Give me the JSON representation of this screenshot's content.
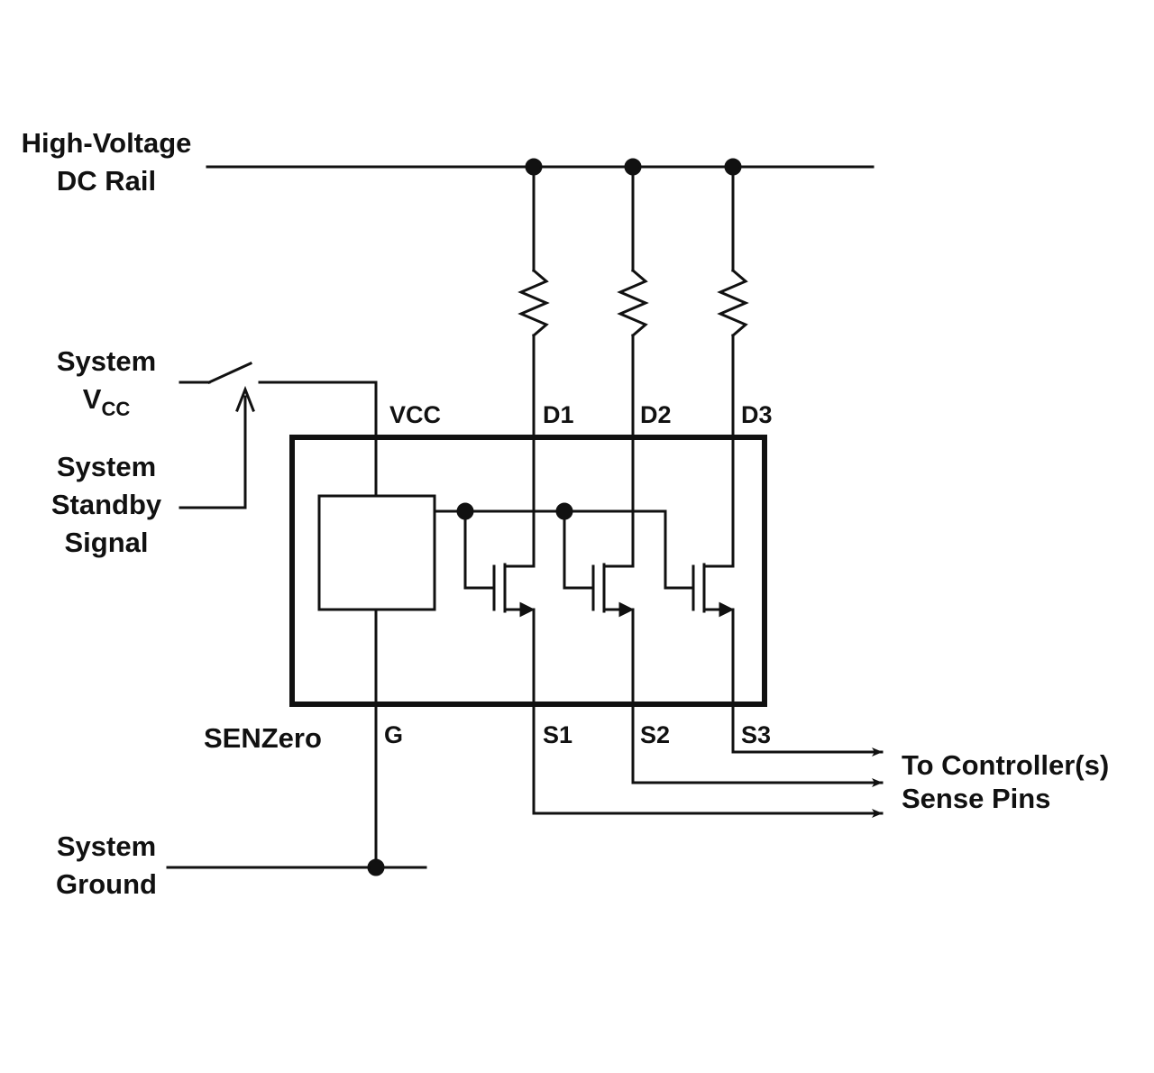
{
  "labels": {
    "hv_rail_line1": "High-Voltage",
    "hv_rail_line2": "DC Rail",
    "system_vcc_line1": "System",
    "system_vcc_v": "V",
    "system_vcc_sub": "CC",
    "standby_line1": "System",
    "standby_line2": "Standby",
    "standby_line3": "Signal",
    "ground_line1": "System",
    "ground_line2": "Ground",
    "chip_name": "SENZero",
    "controller_line1": "To Controller(s)",
    "controller_line2": "Sense Pins"
  },
  "pins": {
    "vcc": "VCC",
    "g": "G",
    "d1": "D1",
    "d2": "D2",
    "d3": "D3",
    "s1": "S1",
    "s2": "S2",
    "s3": "S3"
  }
}
